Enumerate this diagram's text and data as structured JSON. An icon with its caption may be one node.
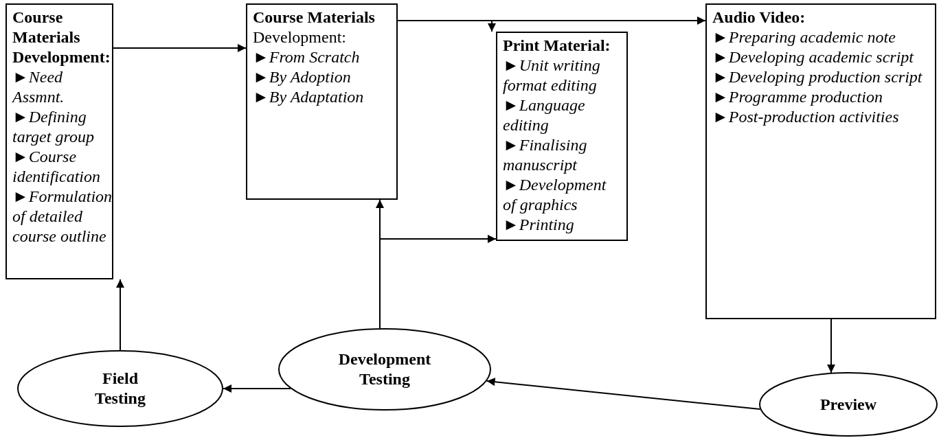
{
  "diagram": {
    "nodes": [
      {
        "text": [
          "Course Materials Development:",
          "►Need Assmnt.",
          "►Defining target group",
          "►Course identification",
          "►Formulation of detailed course outline"
        ]
      },
      {
        "text": [
          "Course Materials",
          "Development:",
          "►From Scratch",
          "►By Adoption",
          "►By Adaptation"
        ]
      },
      {
        "text": [
          "Print Material:",
          "►Unit writing format editing",
          "►Language editing",
          "►Finalising manuscript",
          "►Development of graphics",
          "►Printing"
        ]
      },
      {
        "text": [
          "Audio Video:",
          "►Preparing academic note",
          "►Developing academic script",
          "►Developing production script",
          "►Programme production",
          "►Post-production activities"
        ]
      },
      {
        "text": [
          "Field Testing"
        ]
      },
      {
        "text": [
          "Development Testing"
        ]
      },
      {
        "text": [
          "Preview"
        ]
      }
    ],
    "edges": [
      {
        "from": 0,
        "to": 1,
        "arrow": "to"
      },
      {
        "from": 1,
        "to": 3,
        "arrow": "to"
      },
      {
        "from": 1,
        "to": 2,
        "arrow": "to"
      },
      {
        "from": 5,
        "to": 1,
        "arrow": "to"
      },
      {
        "from": 5,
        "to": 2,
        "arrow": "to"
      },
      {
        "from": 5,
        "to": 4,
        "arrow": "to"
      },
      {
        "from": 4,
        "to": 0,
        "arrow": "to"
      },
      {
        "from": 3,
        "to": 6,
        "arrow": "to"
      },
      {
        "from": 6,
        "to": 5,
        "arrow": "to"
      }
    ]
  }
}
